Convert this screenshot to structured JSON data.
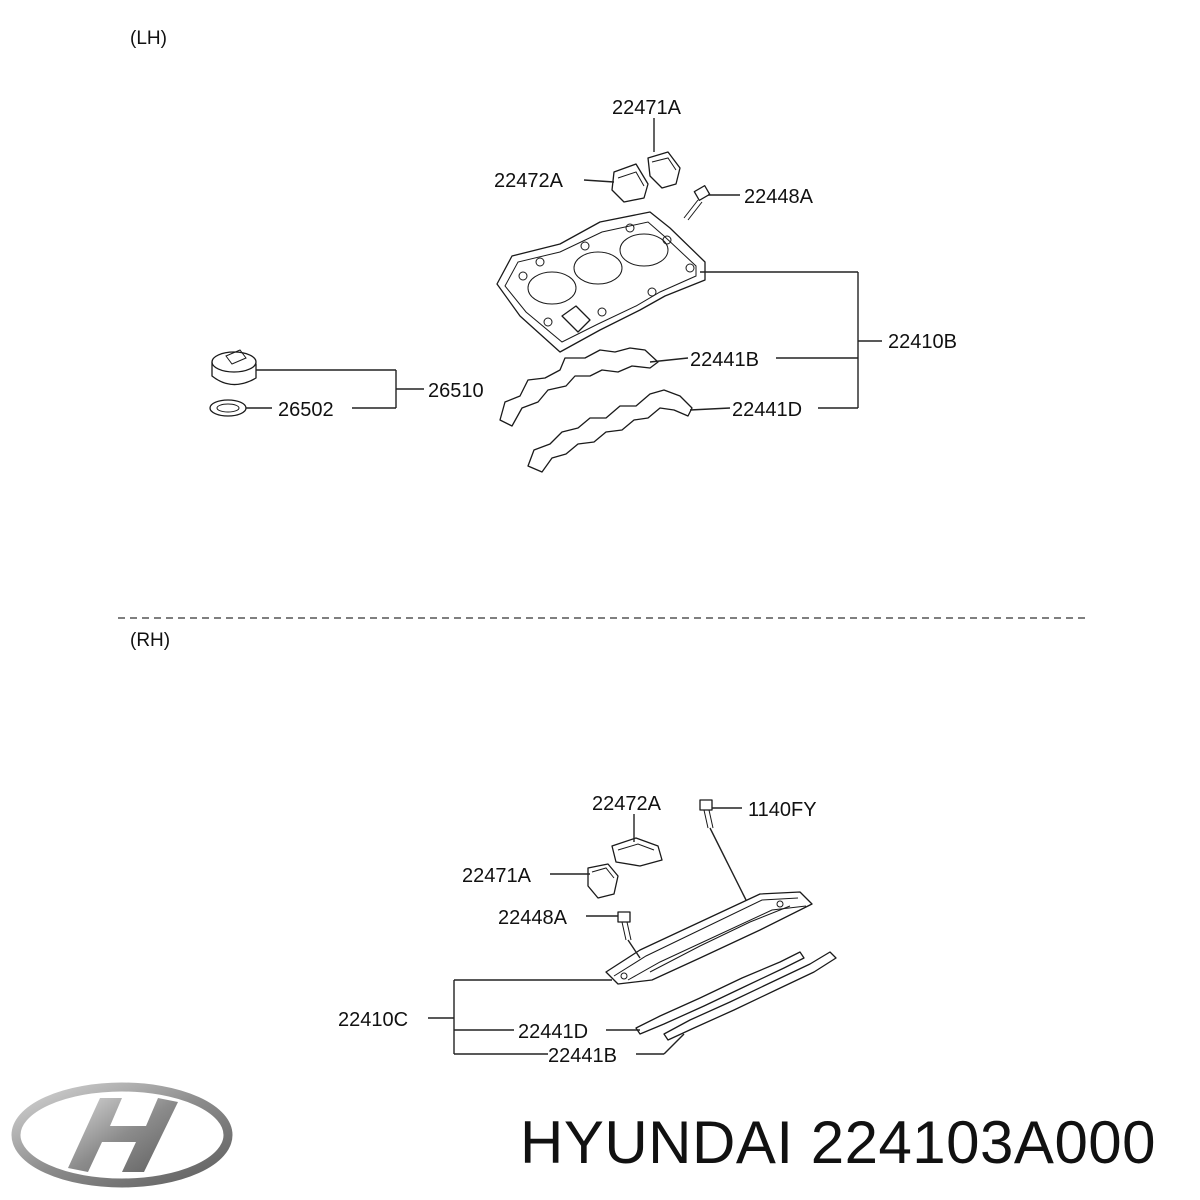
{
  "sections": {
    "lh": "(LH)",
    "rh": "(RH)"
  },
  "lh_labels": {
    "p22471A": "22471A",
    "p22472A": "22472A",
    "p22448A": "22448A",
    "p22410B": "22410B",
    "p22441B": "22441B",
    "p22441D": "22441D",
    "p26510": "26510",
    "p26502": "26502"
  },
  "rh_labels": {
    "p22472A": "22472A",
    "p1140FY": "1140FY",
    "p22471A": "22471A",
    "p22448A": "22448A",
    "p22410C": "22410C",
    "p22441D": "22441D",
    "p22441B": "22441B"
  },
  "footer": {
    "brand": "HYUNDAI",
    "part_number": "224103A000"
  },
  "colors": {
    "line": "#222222",
    "text": "#111111",
    "logo": "#8c8c8c"
  }
}
